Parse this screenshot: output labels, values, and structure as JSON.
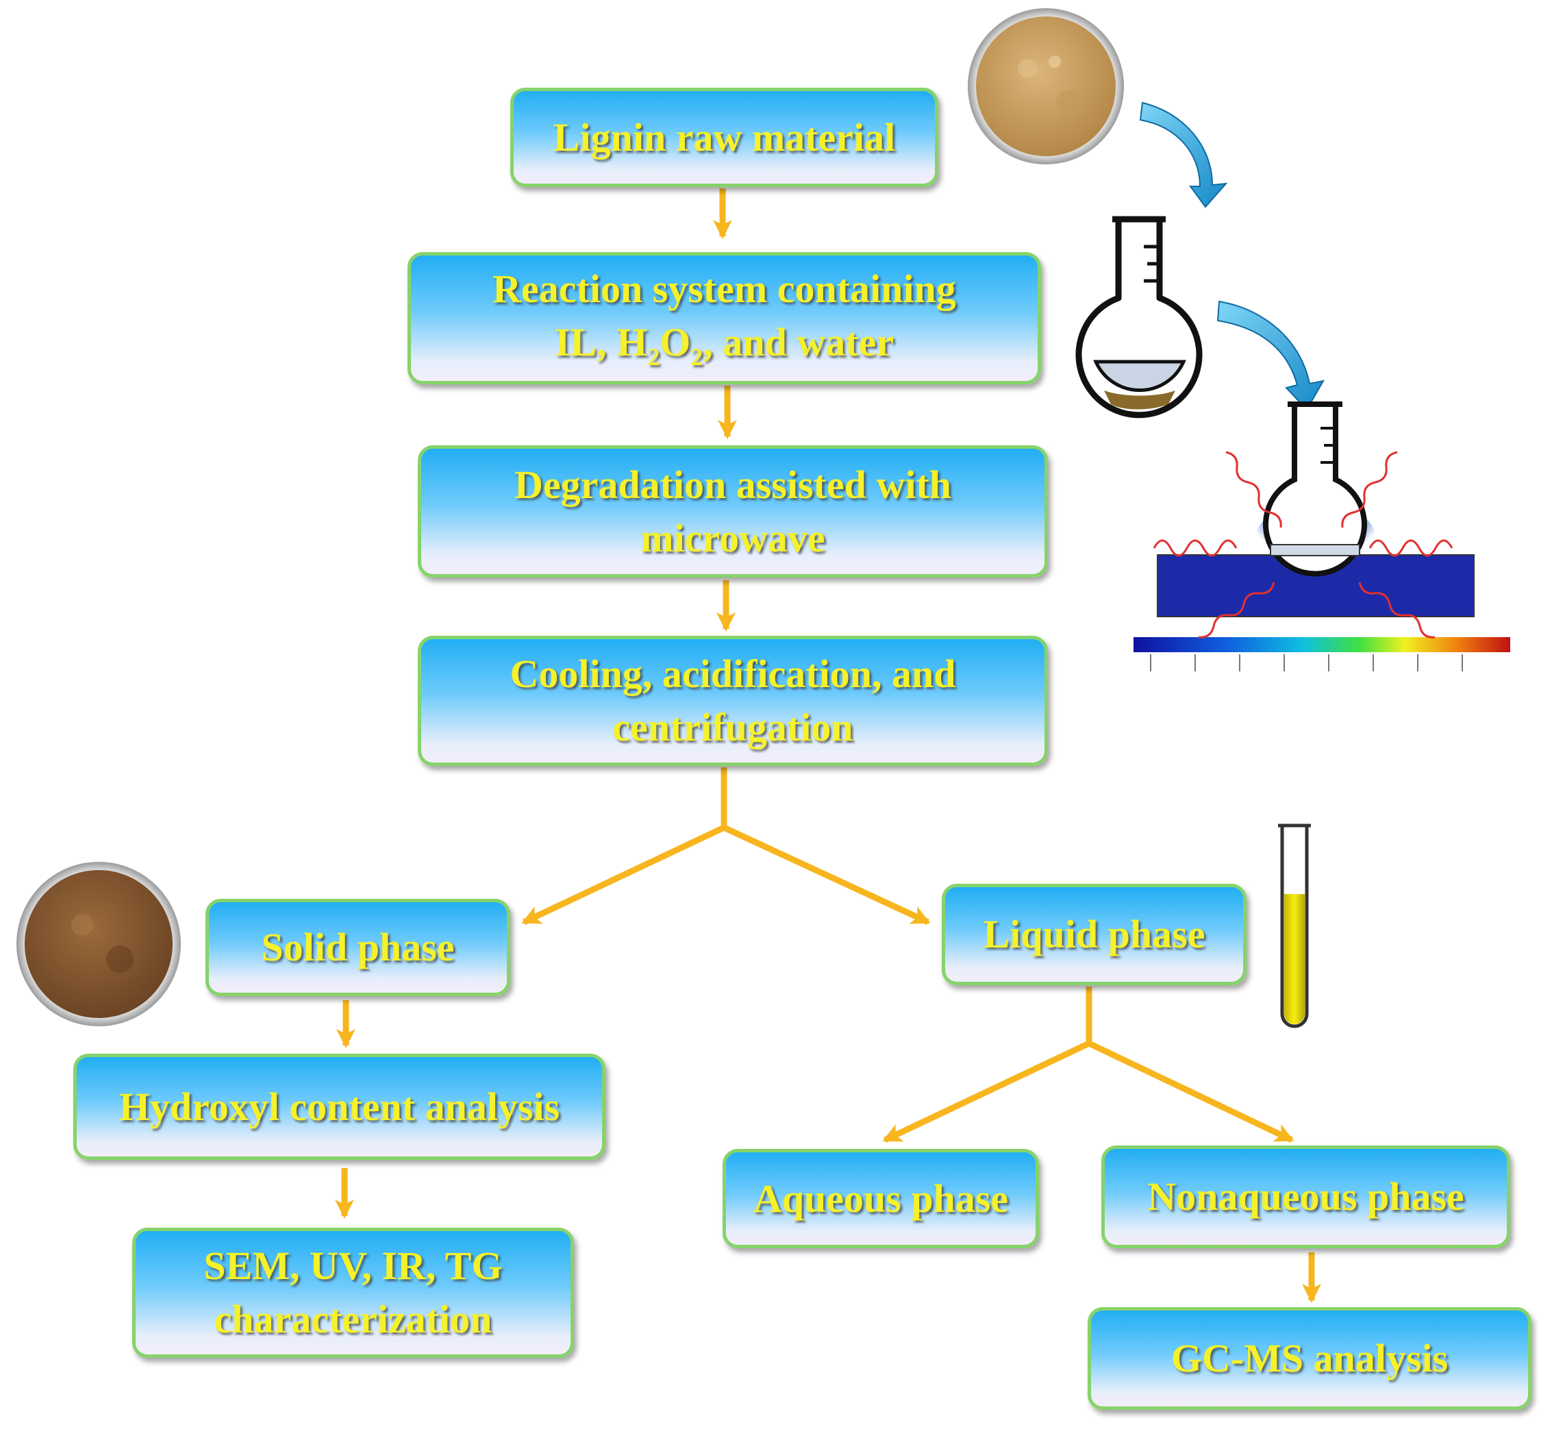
{
  "diagram": {
    "colors": {
      "box_border": "#86d36a",
      "box_fill_top": "#22aef4",
      "box_fill_bottom": "#f3eefa",
      "label_text": "#f5f12a",
      "arrow": "#f7b51e"
    },
    "boxes": {
      "lignin_raw": {
        "line1": "Lignin raw material"
      },
      "reaction_system": {
        "line1": "Reaction system containing",
        "line2_pre": "IL, H",
        "line2_sub1": "2",
        "line2_mid": "O",
        "line2_sub2": "2",
        "line2_post": ", and water"
      },
      "degradation": {
        "line1": "Degradation assisted with",
        "line2": "microwave"
      },
      "cooling": {
        "line1": "Cooling, acidification, and",
        "line2": "centrifugation"
      },
      "solid_phase": {
        "line1": "Solid phase"
      },
      "liquid_phase": {
        "line1": "Liquid  phase"
      },
      "hydroxyl": {
        "line1": "Hydroxyl content analysis"
      },
      "characterization": {
        "line1": "SEM, UV, IR, TG",
        "line2": "characterization"
      },
      "aqueous": {
        "line1": "Aqueous phase"
      },
      "nonaqueous": {
        "line1": "Nonaqueous  phase"
      },
      "gcms": {
        "line1": "GC-MS analysis"
      }
    },
    "illustrations": {
      "powder_top": "lignin-powder-dish",
      "powder_left": "solid-residue-powder-dish",
      "flask": "round-bottom-flask",
      "microwave": "microwave-heating-field",
      "test_tube": "yellow-liquid-test-tube",
      "curved_arrows": "blue-curved-arrows"
    }
  }
}
